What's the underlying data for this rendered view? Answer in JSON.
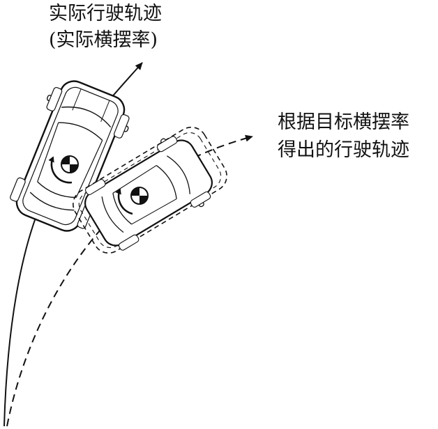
{
  "labels": {
    "actual_line1": "实际行驶轨迹",
    "actual_line2": "(实际横摆率)",
    "target_line1": "根据目标横摆率",
    "target_line2": "得出的行驶轨迹"
  },
  "icons": {
    "actual_car": "car-top-view-icon",
    "target_car": "car-top-view-dashed-icon",
    "yaw_marker": "center-of-gravity-marker-icon",
    "rotation": "yaw-rotation-arrow-icon"
  },
  "colors": {
    "stroke": "#111111",
    "background": "#ffffff"
  }
}
